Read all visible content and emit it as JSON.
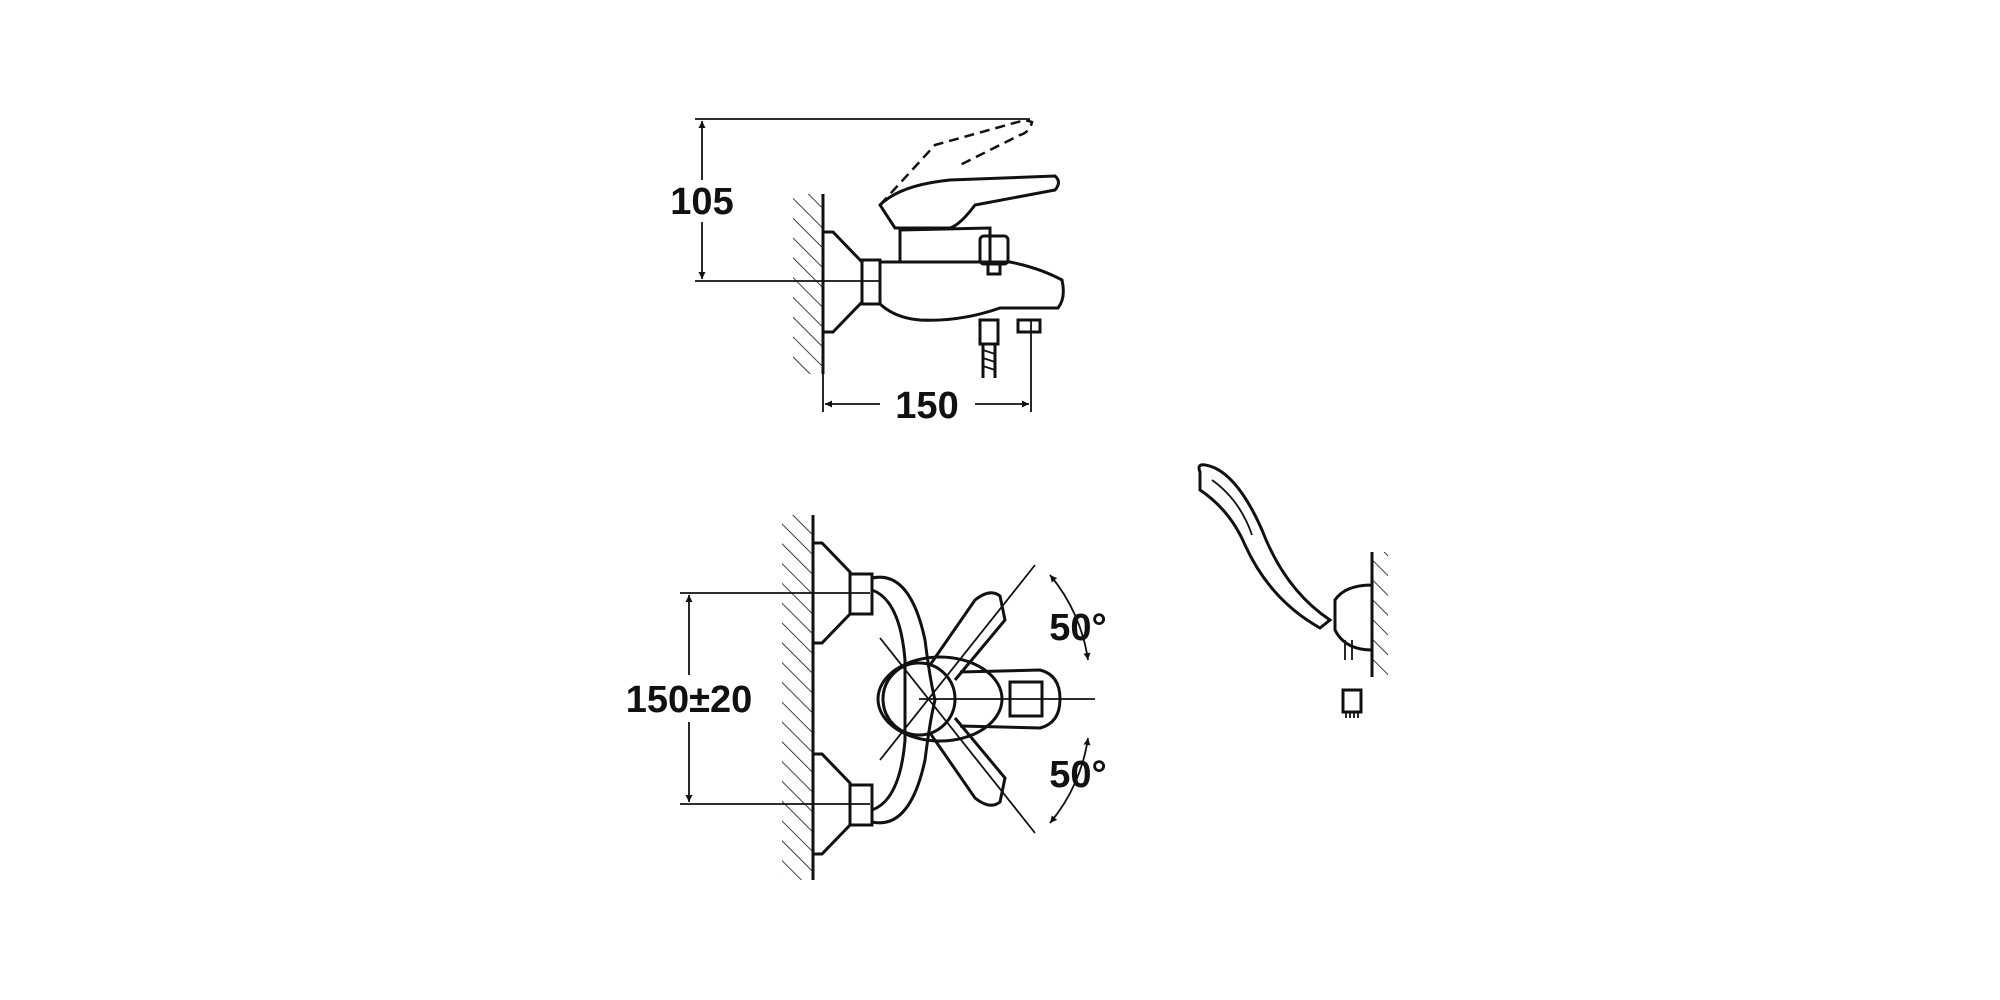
{
  "dimensions": {
    "height_top_view": "105",
    "width_top_view": "150",
    "spacing_front_view": "150±20",
    "angle_upper": "50°",
    "angle_lower": "50°"
  }
}
